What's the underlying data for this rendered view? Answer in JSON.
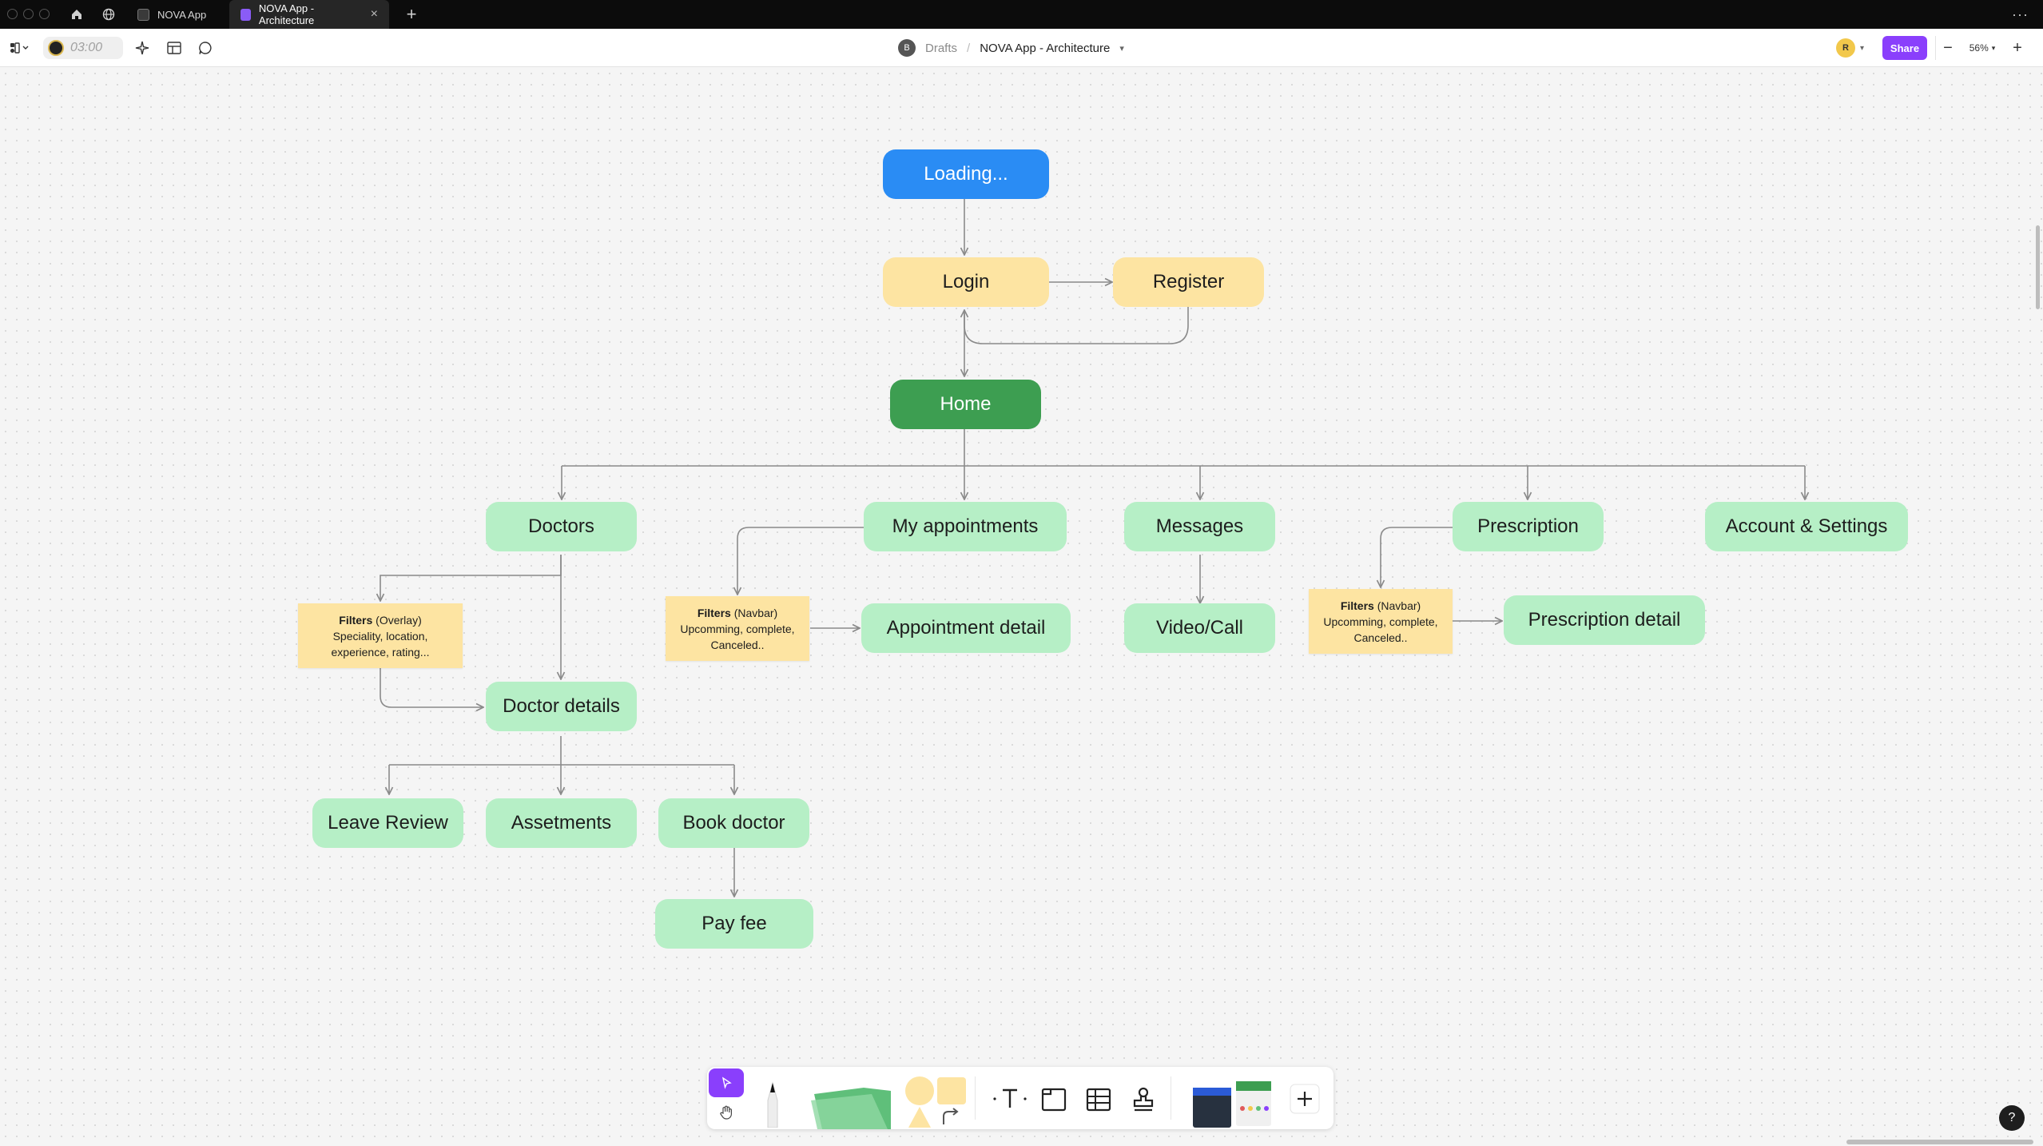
{
  "browser": {
    "tabs": [
      {
        "label": "NOVA App",
        "active": false
      },
      {
        "label": "NOVA App - Architecture",
        "active": true
      }
    ]
  },
  "toolbar": {
    "timer": "03:00",
    "breadcrumb": {
      "avatar_initial": "B",
      "drafts": "Drafts",
      "separator": "/",
      "file_title": "NOVA App - Architecture"
    },
    "user_initial": "R",
    "share_label": "Share",
    "zoom_level": "56%"
  },
  "diagram": {
    "nodes": {
      "loading": "Loading...",
      "login": "Login",
      "register": "Register",
      "home": "Home",
      "doctors": "Doctors",
      "my_appointments": "My appointments",
      "messages": "Messages",
      "prescription": "Prescription",
      "account_settings": "Account & Settings",
      "appointment_detail": "Appointment detail",
      "video_call": "Video/Call",
      "prescription_detail": "Prescription detail",
      "doctor_details": "Doctor details",
      "leave_review": "Leave Review",
      "assetments": "Assetments",
      "book_doctor": "Book doctor",
      "pay_fee": "Pay fee"
    },
    "notes": {
      "doctor_filters": {
        "title": "Filters",
        "qualifier": "(Overlay)",
        "line1": "Speciality, location,",
        "line2": "experience, rating..."
      },
      "appointment_filters": {
        "title": "Filters",
        "qualifier": "(Navbar)",
        "line1": "Upcomming, complete,",
        "line2": "Canceled.."
      },
      "prescription_filters": {
        "title": "Filters",
        "qualifier": "(Navbar)",
        "line1": "Upcomming, complete,",
        "line2": "Canceled.."
      }
    }
  },
  "help_label": "?",
  "colors": {
    "accent": "#8a3ffc",
    "loading_node": "#2a8cf4",
    "auth_node": "#fde4a2",
    "home_node": "#3d9e51",
    "screen_node": "#b6efc6",
    "note": "#fde4a2"
  }
}
